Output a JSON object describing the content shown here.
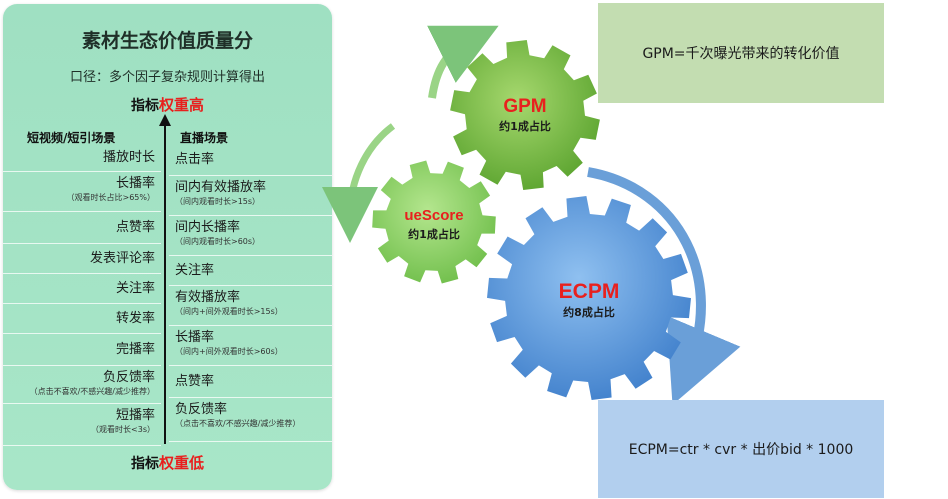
{
  "left_panel": {
    "title": "素材生态价值质量分",
    "subtitle": "口径：多个因子复杂规则计算得出",
    "weight_high": {
      "prefix": "指标",
      "highlight": "权重高"
    },
    "weight_low": {
      "prefix": "指标",
      "highlight": "权重低"
    },
    "short_video_header": "短视频/短引场景",
    "live_header": "直播场景",
    "short_video_metrics": [
      {
        "label": "播放时长",
        "note": ""
      },
      {
        "label": "长播率",
        "note": "（观看时长占比>65%）"
      },
      {
        "label": "点赞率",
        "note": ""
      },
      {
        "label": "发表评论率",
        "note": ""
      },
      {
        "label": "关注率",
        "note": ""
      },
      {
        "label": "转发率",
        "note": ""
      },
      {
        "label": "完播率",
        "note": ""
      },
      {
        "label": "负反馈率",
        "note": "（点击不喜欢/不感兴趣/减少推荐）"
      },
      {
        "label": "短播率",
        "note": "（观看时长<3s）"
      }
    ],
    "live_metrics": [
      {
        "label": "点击率",
        "note": ""
      },
      {
        "label": "间内有效播放率",
        "note": "（间内观看时长>15s）"
      },
      {
        "label": "间内长播率",
        "note": "（间内观看时长>60s）"
      },
      {
        "label": "关注率",
        "note": ""
      },
      {
        "label": "有效播放率",
        "note": "（间内+间外观看时长>15s）"
      },
      {
        "label": "长播率",
        "note": "（间内+间外观看时长>60s）"
      },
      {
        "label": "点赞率",
        "note": ""
      },
      {
        "label": "负反馈率",
        "note": "（点击不喜欢/不感兴趣/减少推荐）"
      }
    ]
  },
  "gears": {
    "gpm": {
      "label": "GPM",
      "share": "约1成占比",
      "color": "#6db33f"
    },
    "uescore": {
      "label": "ueScore",
      "share": "约1成占比",
      "color": "#7fc85b"
    },
    "ecpm": {
      "label": "ECPM",
      "share": "约8成占比",
      "color": "#4f8fd6"
    }
  },
  "formulas": {
    "gpm": "GPM=千次曝光带来的转化价值",
    "ecpm": "ECPM=ctr * cvr * 出价bid * 1000"
  },
  "colors": {
    "panel_bg": "#a6e3c6",
    "highlight": "#e8201e",
    "gear_label": "#e8201e",
    "gpm_box": "#c3ddb1",
    "ecpm_box": "#b2cfee",
    "arrow_green": "#7cc47a",
    "arrow_blue": "#6a9fd8"
  }
}
